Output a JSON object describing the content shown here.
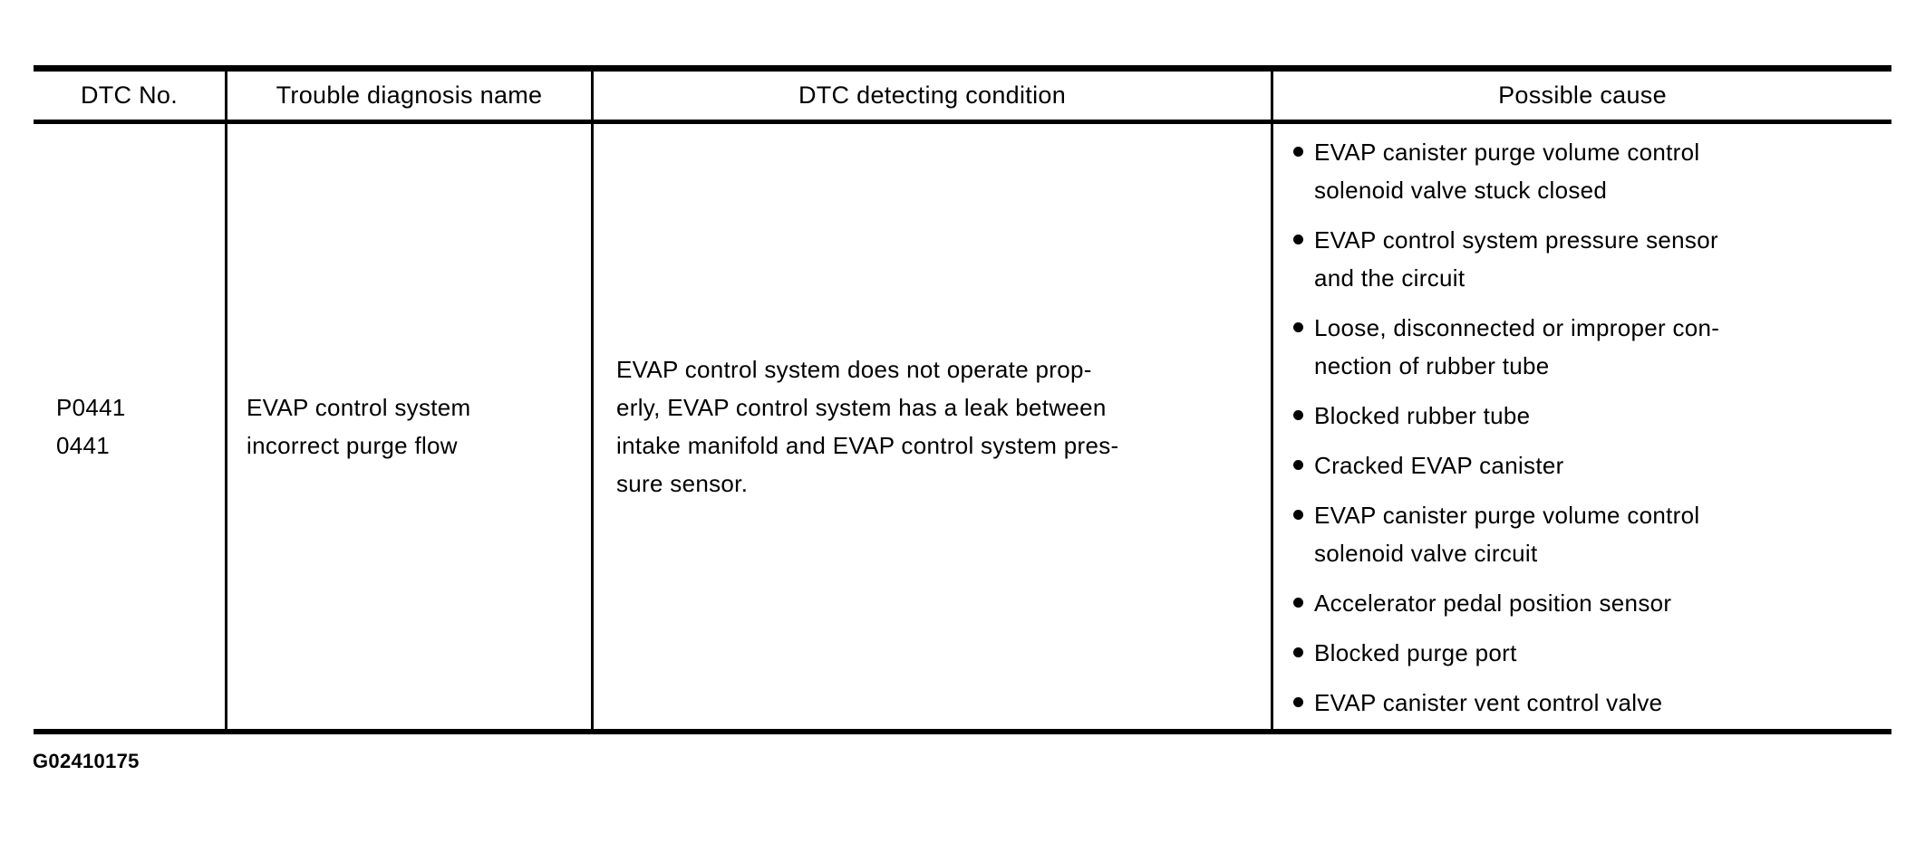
{
  "page": {
    "background_color": "#ffffff",
    "text_color": "#000000",
    "border_color": "#000000"
  },
  "figure_id": "G02410175",
  "table": {
    "columns": [
      "DTC No.",
      "Trouble diagnosis name",
      "DTC detecting condition",
      "Possible cause"
    ],
    "row": {
      "dtc_no": "P0441\n0441",
      "trouble_diagnosis_name": "EVAP control system\nincorrect purge flow",
      "dtc_detecting_condition": "EVAP control system does not operate prop-\nerly, EVAP control system has a leak between\nintake manifold and EVAP control system pres-\nsure sensor.",
      "possible_causes": [
        "EVAP canister purge volume control\nsolenoid valve stuck closed",
        "EVAP control system pressure sensor\nand the circuit",
        "Loose, disconnected or improper con-\nnection of rubber tube",
        "Blocked rubber tube",
        "Cracked EVAP canister",
        "EVAP canister purge volume control\nsolenoid valve circuit",
        "Accelerator pedal position sensor",
        "Blocked purge port",
        "EVAP canister vent control valve"
      ]
    }
  }
}
